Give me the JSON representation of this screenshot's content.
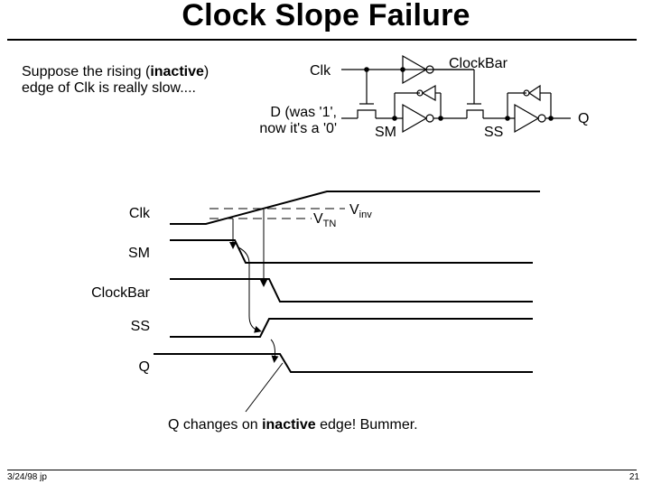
{
  "title": "Clock Slope Failure",
  "intro": {
    "line1_pre": "Suppose the rising (",
    "line1_bold": "inactive",
    "line1_post": ")",
    "line2": "edge of Clk is really slow...."
  },
  "schematic": {
    "clk_label": "Clk",
    "clockbar_label": "ClockBar",
    "d_label_line1": "D (was '1',",
    "d_label_line2": "now it's a '0'",
    "sm_label": "SM",
    "ss_label": "SS",
    "q_label": "Q"
  },
  "timing": {
    "signals": [
      "Clk",
      "SM",
      "ClockBar",
      "SS",
      "Q"
    ],
    "vtn_main": "V",
    "vtn_sub": "TN",
    "vinv_main": "V",
    "vinv_sub": "inv"
  },
  "caption": {
    "pre": "Q changes on ",
    "bold": "inactive",
    "post": " edge!  Bummer."
  },
  "footer": {
    "left": "3/24/98 jp",
    "right": "21"
  }
}
